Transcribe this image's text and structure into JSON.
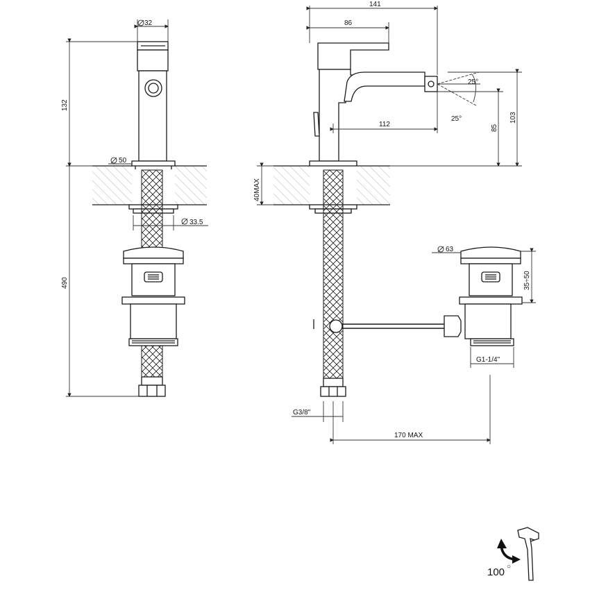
{
  "front_view": {
    "dia_top": "32",
    "height_body": "132",
    "dia_base": "50",
    "dia_shank": "33.5",
    "height_total": "490"
  },
  "side_view": {
    "width_total": "141",
    "width_lever": "86",
    "spout_reach": "112",
    "angle_up": "25°",
    "angle_down": "25°",
    "height_spout": "85",
    "height_total": "103",
    "deck_max": "40MAX",
    "hose_thread": "G3/8\"",
    "waste_dia": "63",
    "waste_height": "35÷50",
    "waste_thread": "G1-1/4\"",
    "pop_up_max": "170 MAX"
  },
  "rotation": {
    "angle": "100",
    "degree_mark": "○"
  }
}
